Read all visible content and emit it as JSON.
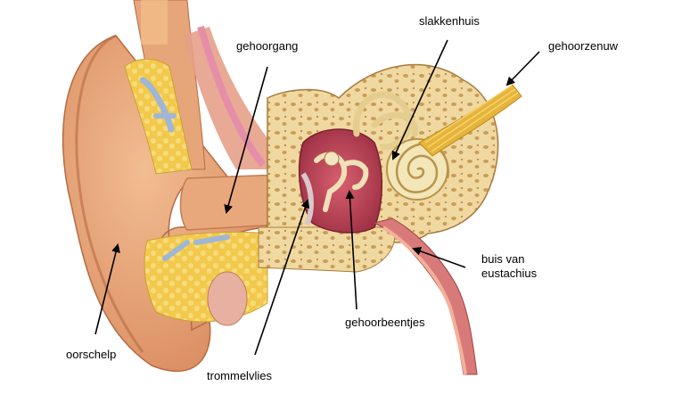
{
  "labels": {
    "gehoorgang": "gehoorgang",
    "slakkenhuis": "slakkenhuis",
    "gehoorzenuw": "gehoorzenuw",
    "buis_van_eustachius_line1": "buis van",
    "buis_van_eustachius_line2": "eustachius",
    "gehoorbeentjes": "gehoorbeentjes",
    "trommelvlies": "trommelvlies",
    "oorschelp": "oorschelp"
  },
  "colors": {
    "skin": "#e7a57a",
    "skin_dark": "#c9794e",
    "bone": "#f0d9a0",
    "bone_pore": "#c99c58",
    "fat": "#f2c94c",
    "cartilage": "#9fb6d6",
    "cavity": "#c2475b",
    "cochlea": "#f3e6b8",
    "nerve": "#e7b43a",
    "arrow": "#000000"
  }
}
